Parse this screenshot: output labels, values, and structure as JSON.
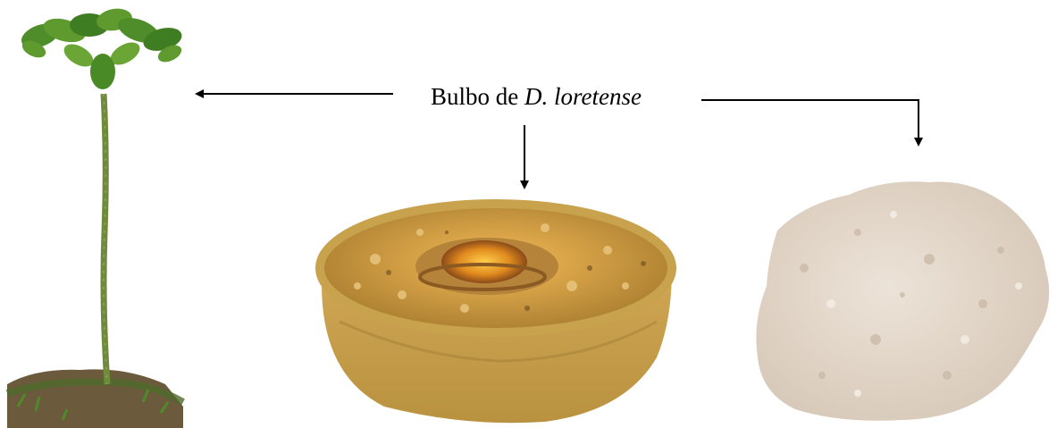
{
  "label": {
    "prefix": "Bulbo de ",
    "species": "D. loretense"
  },
  "images": [
    {
      "name": "plant-photo",
      "icon": "plant-icon",
      "color": "#5f9a2e"
    },
    {
      "name": "bulb-cross-section-photo",
      "icon": "bulb-icon",
      "color": "#c69a3c"
    },
    {
      "name": "flour-powder-photo",
      "icon": "powder-icon",
      "color": "#e3d6c8"
    }
  ]
}
